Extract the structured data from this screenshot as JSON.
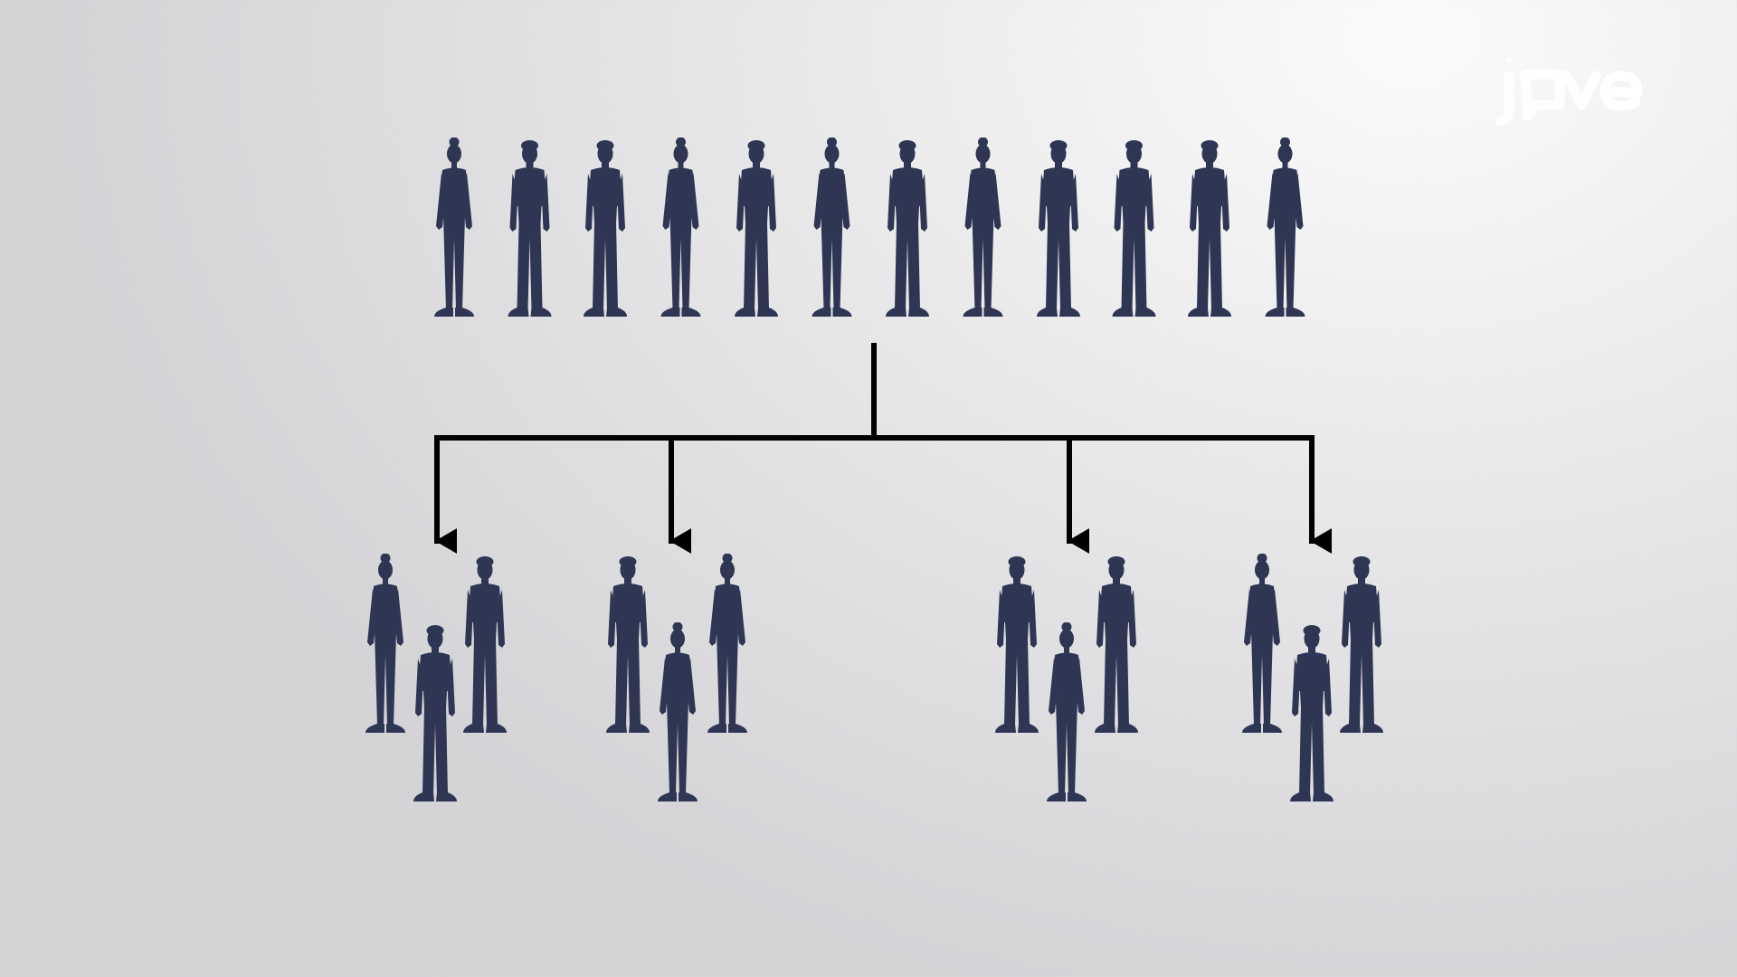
{
  "figure_color": "#2f3653",
  "connector_color": "#000000",
  "logo": {
    "text": "jove",
    "color": "#ffffff",
    "accent_color": "#c9cdf2",
    "icon": "speech-bubble-icon"
  },
  "population": {
    "description": "population",
    "members": [
      "female",
      "male",
      "male",
      "female",
      "male",
      "female",
      "male",
      "female",
      "male",
      "male",
      "male",
      "female"
    ]
  },
  "groups": [
    {
      "members": [
        "female",
        "male",
        "male"
      ]
    },
    {
      "members": [
        "male",
        "female",
        "female"
      ]
    },
    {
      "members": [
        "male",
        "male",
        "female"
      ]
    },
    {
      "members": [
        "female",
        "male",
        "male"
      ]
    }
  ]
}
